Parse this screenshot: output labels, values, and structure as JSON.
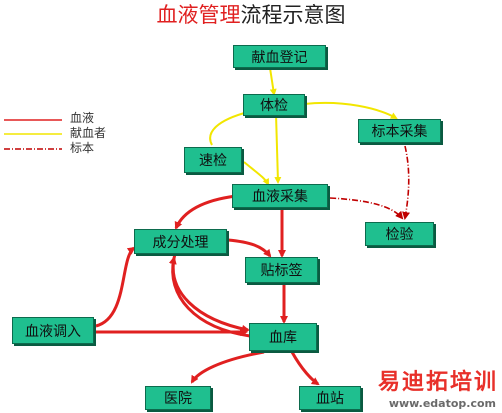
{
  "title": {
    "accent": "血液管理",
    "rest": "流程示意图"
  },
  "legend": [
    {
      "label": "血液",
      "color": "#e02020",
      "style": "solid"
    },
    {
      "label": "献血者",
      "color": "#f2e600",
      "style": "solid"
    },
    {
      "label": "标本",
      "color": "#c00000",
      "style": "dash-dot"
    }
  ],
  "nodes": {
    "donor_register": "献血登记",
    "exam": "体检",
    "sample_collect": "标本采集",
    "quick_test": "速检",
    "blood_collect": "血液采集",
    "inspection": "检验",
    "component": "成分处理",
    "labeling": "贴标签",
    "transfer_in": "血液调入",
    "blood_bank": "血库",
    "hospital": "医院",
    "blood_station": "血站"
  },
  "colors": {
    "blood": "#e02020",
    "donor": "#f2e600",
    "sample": "#c00000",
    "node_fill": "#1fbf8f"
  },
  "watermark": {
    "big": "易迪拓培训",
    "small": "www.edatop.com"
  }
}
